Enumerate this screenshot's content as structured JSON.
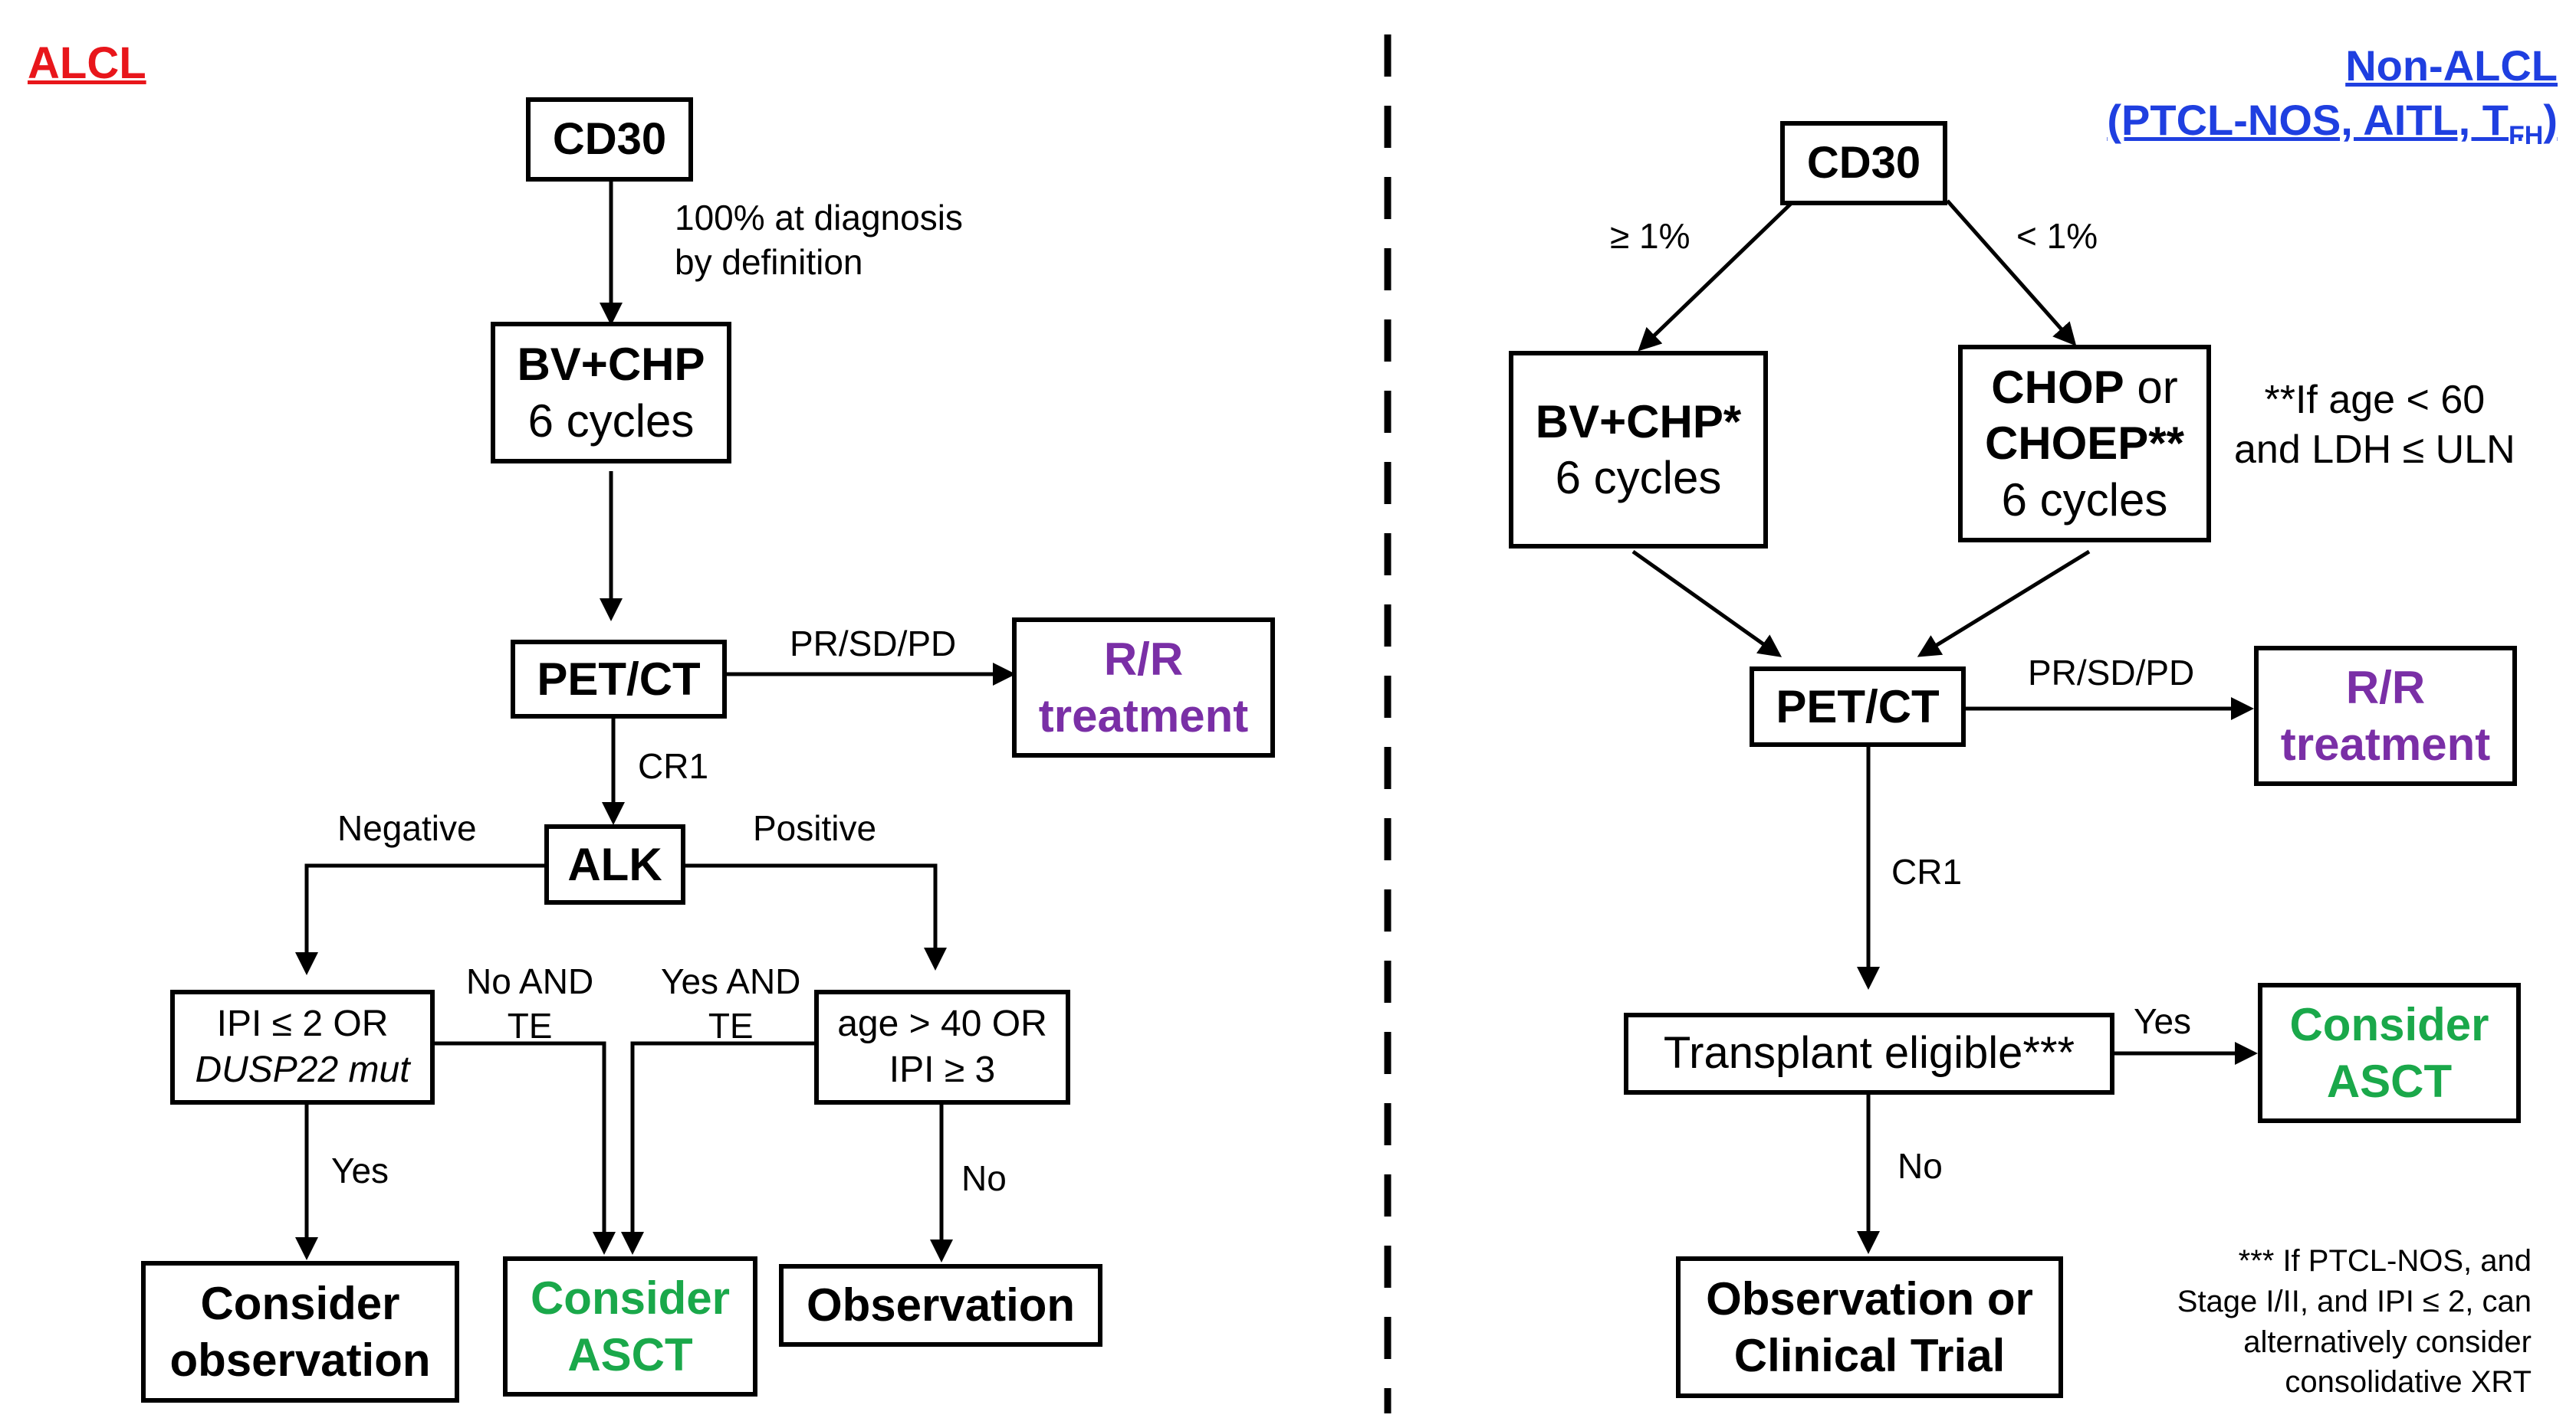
{
  "left": {
    "title": "ALCL",
    "title_color": "#e8161b",
    "cd30": "CD30",
    "cd30_note": [
      "100% at diagnosis",
      "by definition"
    ],
    "bvchp": [
      "BV+CHP",
      "6 cycles"
    ],
    "petct": "PET/CT",
    "prsdpd": "PR/SD/PD",
    "rr": [
      "R/R",
      "treatment"
    ],
    "cr1": "CR1",
    "alk": "ALK",
    "negative": "Negative",
    "positive": "Positive",
    "ipi_box": [
      "IPI ≤ 2 OR",
      "DUSP22 mut"
    ],
    "age_box": [
      "age > 40 OR",
      "IPI ≥ 3"
    ],
    "no_and_te": [
      "No AND",
      "TE"
    ],
    "yes_and_te": [
      "Yes AND",
      "TE"
    ],
    "yes": "Yes",
    "no": "No",
    "consider_observation": [
      "Consider",
      "observation"
    ],
    "consider_asct": [
      "Consider",
      "ASCT"
    ],
    "observation": "Observation"
  },
  "right": {
    "title": [
      "Non-ALCL",
      "(PTCL-NOS, AITL, T",
      "FH",
      ")"
    ],
    "title_color": "#1f3fe0",
    "cd30": "CD30",
    "ge1": "≥ 1%",
    "lt1": "< 1%",
    "bvchp": [
      "BV+CHP*",
      "6 cycles"
    ],
    "chop": [
      "CHOP",
      " or",
      "CHOEP**",
      "6 cycles"
    ],
    "age_note": [
      "**If age < 60",
      "and LDH ≤ ULN"
    ],
    "petct": "PET/CT",
    "prsdpd": "PR/SD/PD",
    "rr": [
      "R/R",
      "treatment"
    ],
    "cr1": "CR1",
    "transplant": "Transplant eligible***",
    "yes": "Yes",
    "no": "No",
    "consider_asct": [
      "Consider",
      "ASCT"
    ],
    "obs_trial": [
      "Observation or",
      "Clinical Trial"
    ],
    "footnote": [
      "*** If PTCL-NOS, and",
      "Stage I/II, and IPI ≤ 2, can",
      "alternatively consider",
      "consolidative XRT"
    ]
  },
  "colors": {
    "purple": "#7a2fa6",
    "green": "#1aa84a",
    "line": "#000000"
  }
}
